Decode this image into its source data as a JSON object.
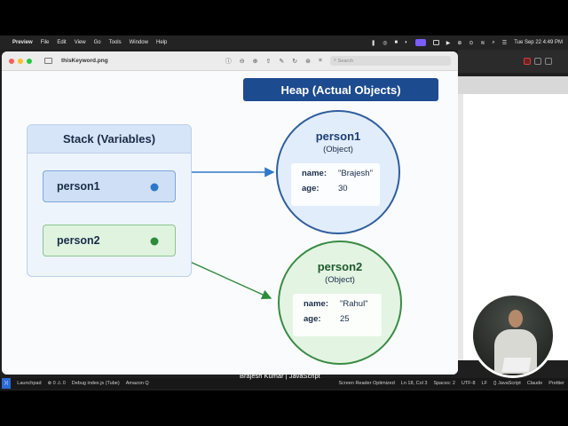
{
  "menubar": {
    "app": "Preview",
    "items": [
      "File",
      "Edit",
      "View",
      "Go",
      "Tools",
      "Window",
      "Help"
    ],
    "clock": "Tue Sep 22  4:49 PM"
  },
  "window": {
    "filename": "thisKeyword.png",
    "search_placeholder": "Search"
  },
  "diagram": {
    "heap_title": "Heap (Actual Objects)",
    "stack_title": "Stack  (Variables)",
    "variables": [
      {
        "name": "person1"
      },
      {
        "name": "person2"
      }
    ],
    "objects": [
      {
        "name": "person1",
        "type": "(Object)",
        "props": [
          {
            "key": "name:",
            "value": "\"Brajesh\""
          },
          {
            "key": "age:",
            "value": "30"
          }
        ]
      },
      {
        "name": "person2",
        "type": "(Object)",
        "props": [
          {
            "key": "name:",
            "value": "\"Rahul\""
          },
          {
            "key": "age:",
            "value": "25"
          }
        ]
      }
    ],
    "colors": {
      "ref1": "#2f77c8",
      "ref2": "#2f8a3c",
      "heap_header": "#1d4b8f"
    }
  },
  "statusbar": {
    "left": [
      "Launchpad",
      "⊗ 0  ⚠ 0",
      "Debug index.js (Tube)",
      "Amazon Q"
    ],
    "right": [
      "Screen Reader Optimized",
      "Ln 18, Col 3",
      "Spaces: 2",
      "UTF-8",
      "LF",
      "{} JavaScript",
      "Claude",
      "Prettier"
    ]
  },
  "caption": "Brajesh Kumar | JavaScript"
}
